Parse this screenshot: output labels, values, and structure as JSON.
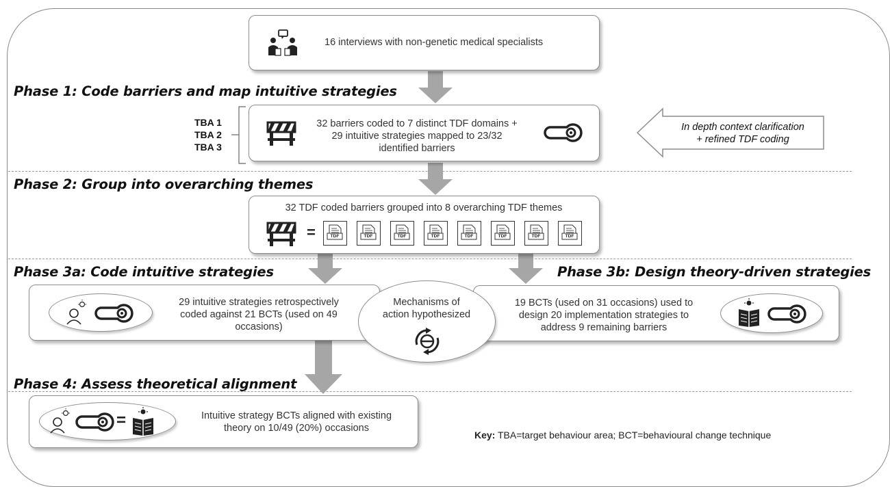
{
  "interviews": {
    "text": "16 interviews with non-genetic medical specialists"
  },
  "phase1": {
    "title": "Phase 1: Code barriers and map intuitive strategies",
    "tba": [
      "TBA 1",
      "TBA 2",
      "TBA 3"
    ],
    "box_lines": [
      "32 barriers coded to 7 distinct TDF domains +",
      "29 intuitive strategies mapped to 23/32",
      "identified barriers"
    ],
    "side_note_lines": [
      "In depth context clarification",
      "+ refined TDF coding"
    ]
  },
  "phase2": {
    "title": "Phase 2: Group into overarching themes",
    "box_text": "32 TDF coded barriers grouped into 8 overarching TDF themes",
    "equals": "=",
    "doc_label": "TDF",
    "theme_count": 8
  },
  "phase3a": {
    "title": "Phase 3a: Code intuitive strategies",
    "box_lines": [
      "29 intuitive strategies retrospectively",
      "coded against 21 BCTs (used on 49",
      "occasions)"
    ]
  },
  "phase3b": {
    "title": "Phase 3b: Design theory-driven strategies",
    "box_lines": [
      "19 BCTs (used on 31 occasions) used to",
      "design 20 implementation strategies to",
      "address 9 remaining barriers"
    ]
  },
  "mechanisms": {
    "lines": [
      "Mechanisms of",
      "action hypothesized"
    ]
  },
  "phase4": {
    "title": "Phase 4: Assess theoretical alignment",
    "box_lines": [
      "Intuitive strategy BCTs aligned with existing",
      "theory on 10/49 (20%) occasions"
    ],
    "equals": "="
  },
  "key": {
    "label": "Key:",
    "text": " TBA=target behaviour area; BCT=behavioural change technique"
  },
  "colors": {
    "arrow": "#a6a6a6",
    "border": "#8c8c8c",
    "icon": "#222222"
  }
}
